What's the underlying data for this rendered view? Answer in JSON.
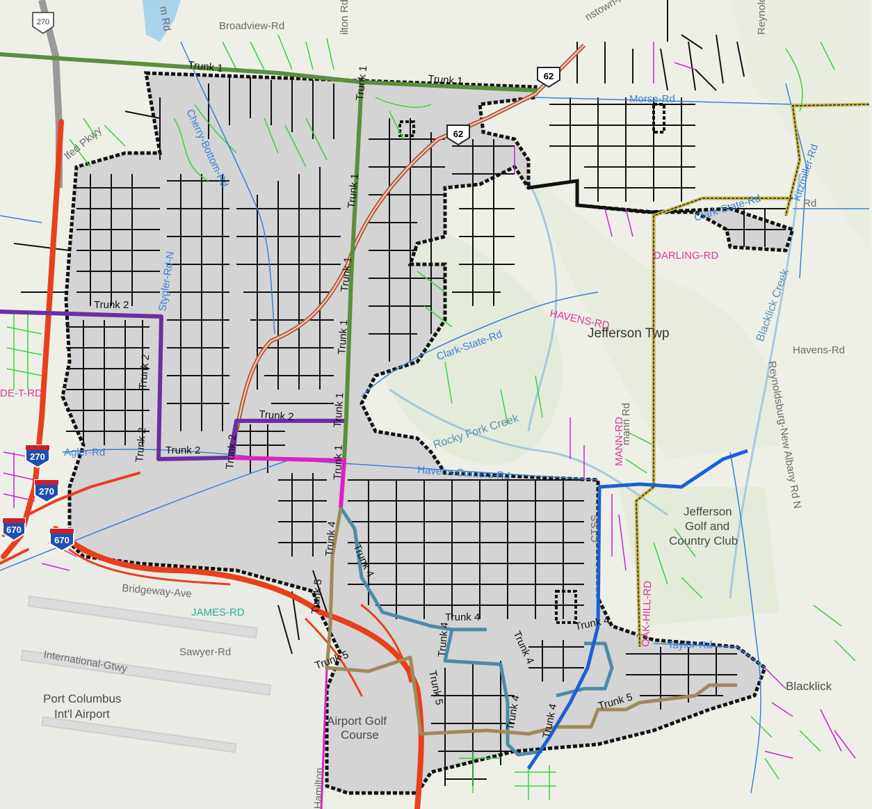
{
  "labels": {
    "broadview_rd": "Broadview-Rd",
    "morse_rd": "Morse-Rd",
    "cherry_bottom_rd": "Cherry-Bottom-Rd",
    "stygler_rd_n": "Stygler-Rd-N",
    "clark_state_rd_west": "Clark-State-Rd",
    "clark_state_rd_east": "Clark-State-Rd",
    "kitzmiller_rd": "Kitzmiller-Rd",
    "darling_rd": "DARLING-RD",
    "havens_rd_caps": "HAVENS-RD",
    "havens_rd": "Havens-Rd",
    "agler_rd": "Agler-Rd",
    "havens_corners_rd": "Havens-Corners-Rd",
    "bridgeway_ave": "Bridgeway-Ave",
    "james_rd": "JAMES-RD",
    "sawyer_rd": "Sawyer-Rd",
    "international_gtwy": "International-Gtwy",
    "taylor_rd": "Taylor-Rd",
    "mann_rd": "MANN-RD",
    "mann_rd_lower": "mann Rd",
    "oak_hill_rd": "OAK-HILL-RD",
    "reynoldsburg_new_albany_rd": "Reynoldsburg-New Albany Rd N",
    "reynoldsburg_top": "Reynoldsb",
    "det_rd": "DE-T-RD",
    "ctss": "CTSS",
    "blacklick_creek": "Blacklick Creek",
    "rocky_fork_creek": "Rocky Fork Creek",
    "jefferson_twp": "Jefferson Twp",
    "jefferson_golf": "Jefferson",
    "jefferson_golf2": "Golf and",
    "jefferson_golf3": "Country Club",
    "airport_golf": "Airport Golf",
    "airport_golf2": "Course",
    "port_columbus": "Port Columbus",
    "port_columbus2": "Int'l Airport",
    "blacklick": "Blacklick",
    "hamilton_rd": "Hamilton",
    "hamilton_top": "ilton Rd",
    "rd_top": "Rd",
    "m_rd": "m Rd",
    "lifed_pkwy": "lfed Pkwy",
    "townstown": "nstown-R",
    "rd_east": "Rd",
    "trunk_1_top": "Trunk 1",
    "trunk_1_mid": "Trunk 1",
    "trunk_1_v1": "Trunk 1",
    "trunk_1_v2": "Trunk 1",
    "trunk_1_v3": "Trunk 1",
    "trunk_1_v4": "Trunk 1",
    "trunk_1_v5": "Trunk 1",
    "trunk_1_v6": "Trunk 1",
    "trunk_2_a": "Trunk 2",
    "trunk_2_b": "Trunk 2",
    "trunk_2_c": "Trunk 2",
    "trunk_2_d": "Trunk 2",
    "trunk_2_e": "Trunk 2",
    "trunk_2_f": "Trunk 2",
    "trunk_4_a": "Trunk 4",
    "trunk_4_b": "Trunk 4",
    "trunk_4_c": "Trunk 4",
    "trunk_4_d": "Trunk 4",
    "trunk_4_e": "Trunk 4",
    "trunk_4_f": "Trunk 4",
    "trunk_4_g": "Trunk 4",
    "trunk_4_h": "Trunk 4",
    "trunk_5_a": "Trunk 5",
    "trunk_5_b": "Trunk 5",
    "trunk_5_c": "Trunk 5",
    "trunk_5_d": "Trunk 5",
    "shield_270_top": "270",
    "shield_270_a": "270",
    "shield_270_b": "270",
    "shield_670_a": "670",
    "shield_670_b": "670",
    "shield_62_a": "62",
    "shield_62_b": "62"
  },
  "colors": {
    "trunk_1": "#5a8f3c",
    "trunk_2": "#6a2fa0",
    "trunk_4": "#4f8aa6",
    "trunk_5": "#a08a5a",
    "ctss": "#1a5fd6",
    "interstate": "#e8401c",
    "connector_pink": "#e020c0",
    "service_area": "#d4d4d4",
    "boundary": "#111111",
    "background": "#eef0e8"
  }
}
